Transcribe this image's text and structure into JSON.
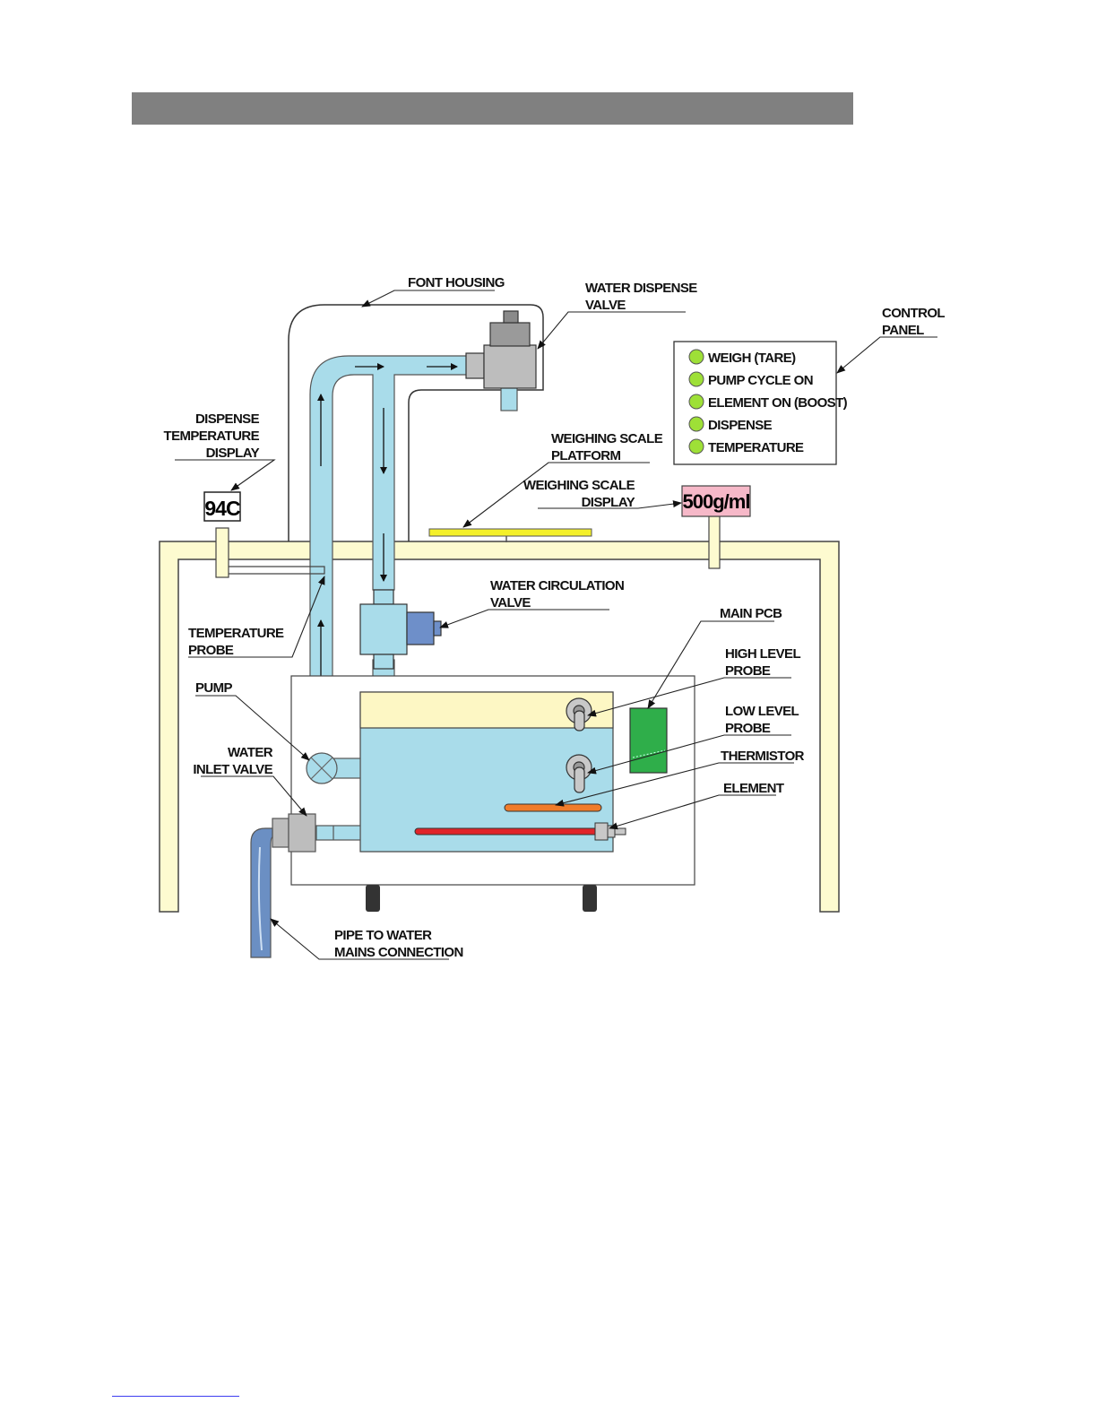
{
  "labels": {
    "font_housing": "FONT HOUSING",
    "water_dispense_valve": [
      "WATER DISPENSE",
      "VALVE"
    ],
    "control_panel": [
      "CONTROL",
      "PANEL"
    ],
    "dispense_temperature_display": [
      "DISPENSE",
      "TEMPERATURE",
      "DISPLAY"
    ],
    "weighing_scale_platform": [
      "WEIGHING SCALE",
      "PLATFORM"
    ],
    "weighing_scale_display": [
      "WEIGHING SCALE",
      "DISPLAY"
    ],
    "water_circulation_valve": [
      "WATER CIRCULATION",
      "VALVE"
    ],
    "main_pcb": "MAIN PCB",
    "high_level_probe": [
      "HIGH LEVEL",
      "PROBE"
    ],
    "low_level_probe": [
      "LOW LEVEL",
      "PROBE"
    ],
    "thermistor": "THERMISTOR",
    "element": "ELEMENT",
    "temperature_probe": [
      "TEMPERATURE",
      "PROBE"
    ],
    "pump": "PUMP",
    "water_inlet_valve": [
      "WATER",
      "INLET VALVE"
    ],
    "pipe_to_water_mains": [
      "PIPE TO WATER",
      "MAINS CONNECTION"
    ]
  },
  "control_panel_items": [
    "WEIGH (TARE)",
    "PUMP CYCLE ON",
    "ELEMENT ON (BOOST)",
    "DISPENSE",
    "TEMPERATURE"
  ],
  "displays": {
    "temperature": "94C",
    "scale": "500g/ml"
  },
  "colors": {
    "header_bar": "#808080",
    "counter": "#fdfbd0",
    "water": "#a9dcea",
    "tank_top": "#fdf7c4",
    "pcb": "#2fae4a",
    "thermistor": "#f07c2a",
    "element": "#e0242a",
    "scale_platform": "#f4f02a",
    "scale_display": "#f6b8c8",
    "led": "#9ee037",
    "solenoid": "#6e8fc9",
    "mains_pipe": "#6b8fc3"
  }
}
